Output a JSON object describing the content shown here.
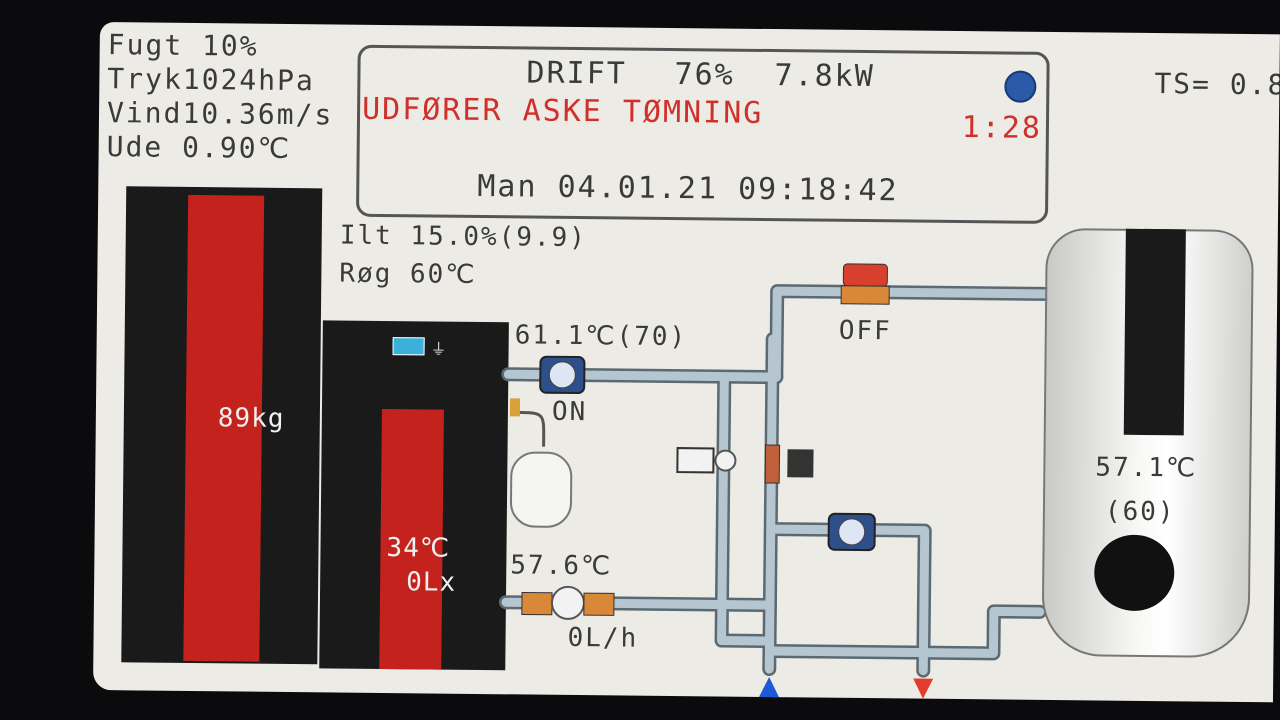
{
  "weather": {
    "humidity": "Fugt 10%",
    "pressure": "Tryk1024hPa",
    "wind": "Vind10.36m/s",
    "outdoor": "Ude 0.90℃"
  },
  "status": {
    "mode": "DRIFT",
    "power_pct": "76%",
    "power_kw": "7.8kW",
    "message": "UDFØRER ASKE TØMNING",
    "countdown": "1:28",
    "datetime": "Man 04.01.21  09:18:42"
  },
  "ts": "TS= 0.8",
  "silo": {
    "weight": "89kg"
  },
  "boiler": {
    "oxygen": "Ilt 15.0%(9.9)",
    "flue": "Røg 60℃",
    "temp": "34℃",
    "level": "0Lx",
    "fill_fraction": 0.86
  },
  "circuit": {
    "flow_temp": "61.1℃(70)",
    "pump_state": "ON",
    "return_temp": "57.6℃",
    "flow_rate": "0L/h",
    "valve_state": "OFF"
  },
  "tank": {
    "temp": "57.1℃",
    "setpoint": "(60)"
  },
  "colors": {
    "fuel": "#c4221c",
    "alert": "#d0302a",
    "pipe": "#b6c6d0",
    "cold": "#1b5bd8",
    "hot": "#e23c2c"
  }
}
